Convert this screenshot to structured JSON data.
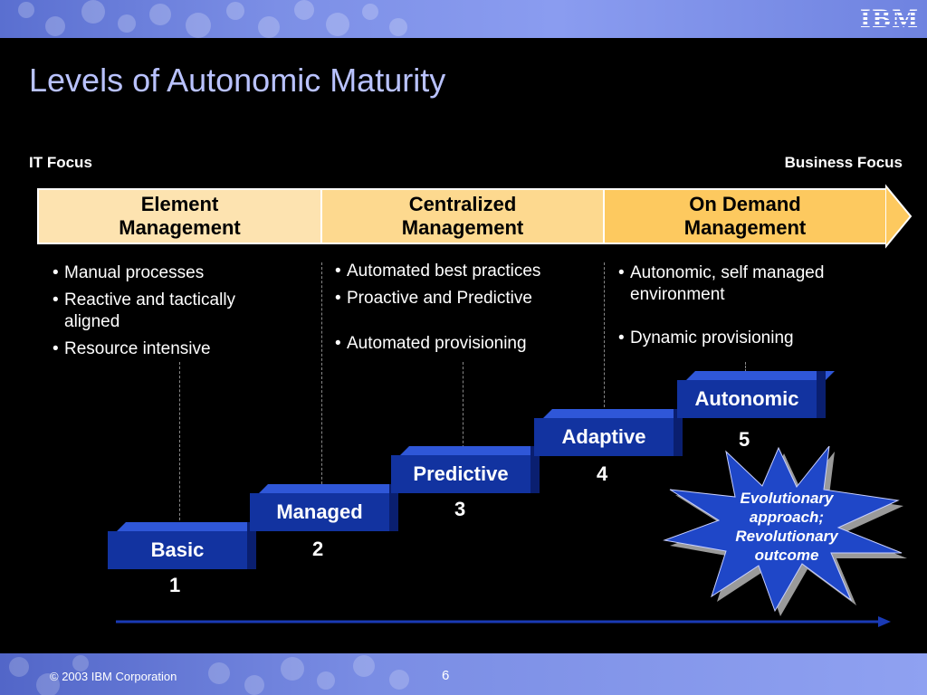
{
  "header": {
    "logo": "IBM"
  },
  "title": "Levels of Autonomic Maturity",
  "focus": {
    "left": "IT Focus",
    "right": "Business Focus"
  },
  "stages": [
    {
      "line1": "Element",
      "line2": "Management"
    },
    {
      "line1": "Centralized",
      "line2": "Management"
    },
    {
      "line1": "On Demand",
      "line2": "Management"
    }
  ],
  "bullets": {
    "col1": [
      "Manual processes",
      "Reactive and tactically aligned",
      "Resource intensive"
    ],
    "col2": [
      "Automated best practices",
      "Proactive and Predictive",
      "Automated provisioning"
    ],
    "col3": [
      "Autonomic, self managed environment",
      "Dynamic provisioning"
    ]
  },
  "levels": [
    {
      "label": "Basic",
      "number": "1"
    },
    {
      "label": "Managed",
      "number": "2"
    },
    {
      "label": "Predictive",
      "number": "3"
    },
    {
      "label": "Adaptive",
      "number": "4"
    },
    {
      "label": "Autonomic",
      "number": "5"
    }
  ],
  "starburst": {
    "line1": "Evolutionary",
    "line2": "approach;",
    "line3": "Revolutionary",
    "line4": "outcome"
  },
  "colors": {
    "title": "#b9c2ff",
    "stage1": "#fde3b0",
    "stage2": "#fdd98f",
    "stage3": "#fdc95f",
    "step_face": "#1233a0",
    "star": "#1f47c8"
  },
  "footer": {
    "copyright": "© 2003 IBM Corporation",
    "page": "6"
  }
}
